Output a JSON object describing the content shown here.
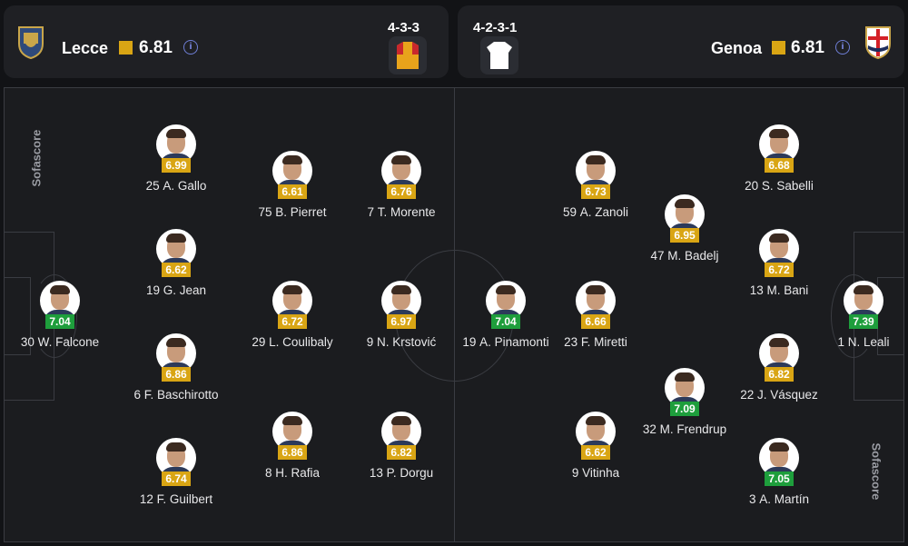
{
  "home": {
    "name": "Lecce",
    "rating": "6.81",
    "formation": "4-3-3",
    "kit_color": "#e8a31b",
    "kit_accent": "#c8282d"
  },
  "away": {
    "name": "Genoa",
    "rating": "6.81",
    "formation": "4-2-3-1",
    "kit_color": "#ffffff"
  },
  "brand": "Sofascore",
  "home_players": [
    {
      "number": "30",
      "name": "W. Falcone",
      "rating": "7.04",
      "green": true
    },
    {
      "number": "25",
      "name": "A. Gallo",
      "rating": "6.99",
      "green": false
    },
    {
      "number": "19",
      "name": "G. Jean",
      "rating": "6.62",
      "green": false
    },
    {
      "number": "6",
      "name": "F. Baschirotto",
      "rating": "6.86",
      "green": false
    },
    {
      "number": "12",
      "name": "F. Guilbert",
      "rating": "6.74",
      "green": false
    },
    {
      "number": "75",
      "name": "B. Pierret",
      "rating": "6.61",
      "green": false
    },
    {
      "number": "29",
      "name": "L. Coulibaly",
      "rating": "6.72",
      "green": false
    },
    {
      "number": "8",
      "name": "H. Rafia",
      "rating": "6.86",
      "green": false
    },
    {
      "number": "7",
      "name": "T. Morente",
      "rating": "6.76",
      "green": false
    },
    {
      "number": "9",
      "name": "N. Krstović",
      "rating": "6.97",
      "green": false
    },
    {
      "number": "13",
      "name": "P. Dorgu",
      "rating": "6.82",
      "green": false
    }
  ],
  "away_players": [
    {
      "number": "19",
      "name": "A. Pinamonti",
      "rating": "7.04",
      "green": true
    },
    {
      "number": "59",
      "name": "A. Zanoli",
      "rating": "6.73",
      "green": false
    },
    {
      "number": "23",
      "name": "F. Miretti",
      "rating": "6.66",
      "green": false
    },
    {
      "number": "9",
      "name": "Vitinha",
      "rating": "6.62",
      "green": false
    },
    {
      "number": "47",
      "name": "M. Badelj",
      "rating": "6.95",
      "green": false
    },
    {
      "number": "32",
      "name": "M. Frendrup",
      "rating": "7.09",
      "green": true
    },
    {
      "number": "20",
      "name": "S. Sabelli",
      "rating": "6.68",
      "green": false
    },
    {
      "number": "13",
      "name": "M. Bani",
      "rating": "6.72",
      "green": false
    },
    {
      "number": "22",
      "name": "J. Vásquez",
      "rating": "6.82",
      "green": false
    },
    {
      "number": "3",
      "name": "A. Martín",
      "rating": "7.05",
      "green": true
    },
    {
      "number": "1",
      "name": "N. Leali",
      "rating": "7.39",
      "green": true
    }
  ]
}
